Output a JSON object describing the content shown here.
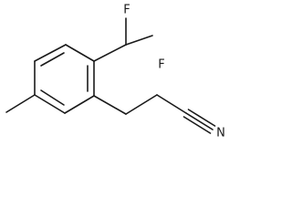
{
  "molecule": {
    "atoms": {
      "fluorine_1": "F",
      "fluorine_2": "F",
      "nitrile_nitrogen": "N"
    }
  }
}
